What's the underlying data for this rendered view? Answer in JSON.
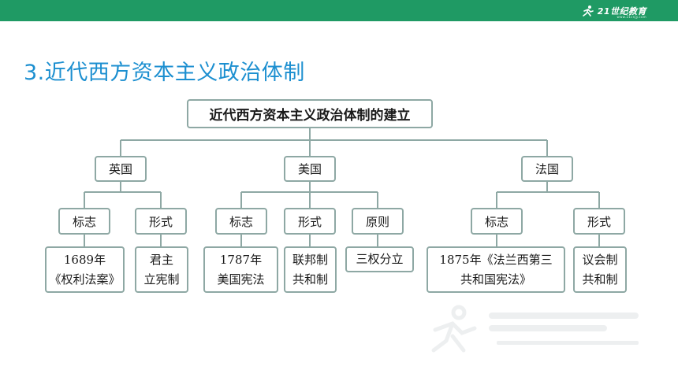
{
  "header": {
    "logo_text": "21世纪教育",
    "logo_sub": "www.21cnjy.com"
  },
  "title": "3.近代西方资本主义政治体制",
  "diagram": {
    "root": "近代西方资本主义政治体制的建立",
    "countries": {
      "uk": "英国",
      "us": "美国",
      "fr": "法国"
    },
    "uk": {
      "sign_label": "标志",
      "form_label": "形式",
      "sign_value": "1689年\n《权利法案》",
      "form_value": "君主\n立宪制"
    },
    "us": {
      "sign_label": "标志",
      "form_label": "形式",
      "principle_label": "原则",
      "sign_value": "1787年\n美国宪法",
      "form_value": "联邦制\n共和制",
      "principle_value": "三权分立"
    },
    "fr": {
      "sign_label": "标志",
      "form_label": "形式",
      "sign_value": "1875年《法兰西第三\n共和国宪法》",
      "form_value": "议会制\n共和制"
    }
  },
  "colors": {
    "header": "#1f9a64",
    "title": "#1c8fd0",
    "box_border": "#8ea8a4",
    "connector": "#8ea8a4"
  }
}
